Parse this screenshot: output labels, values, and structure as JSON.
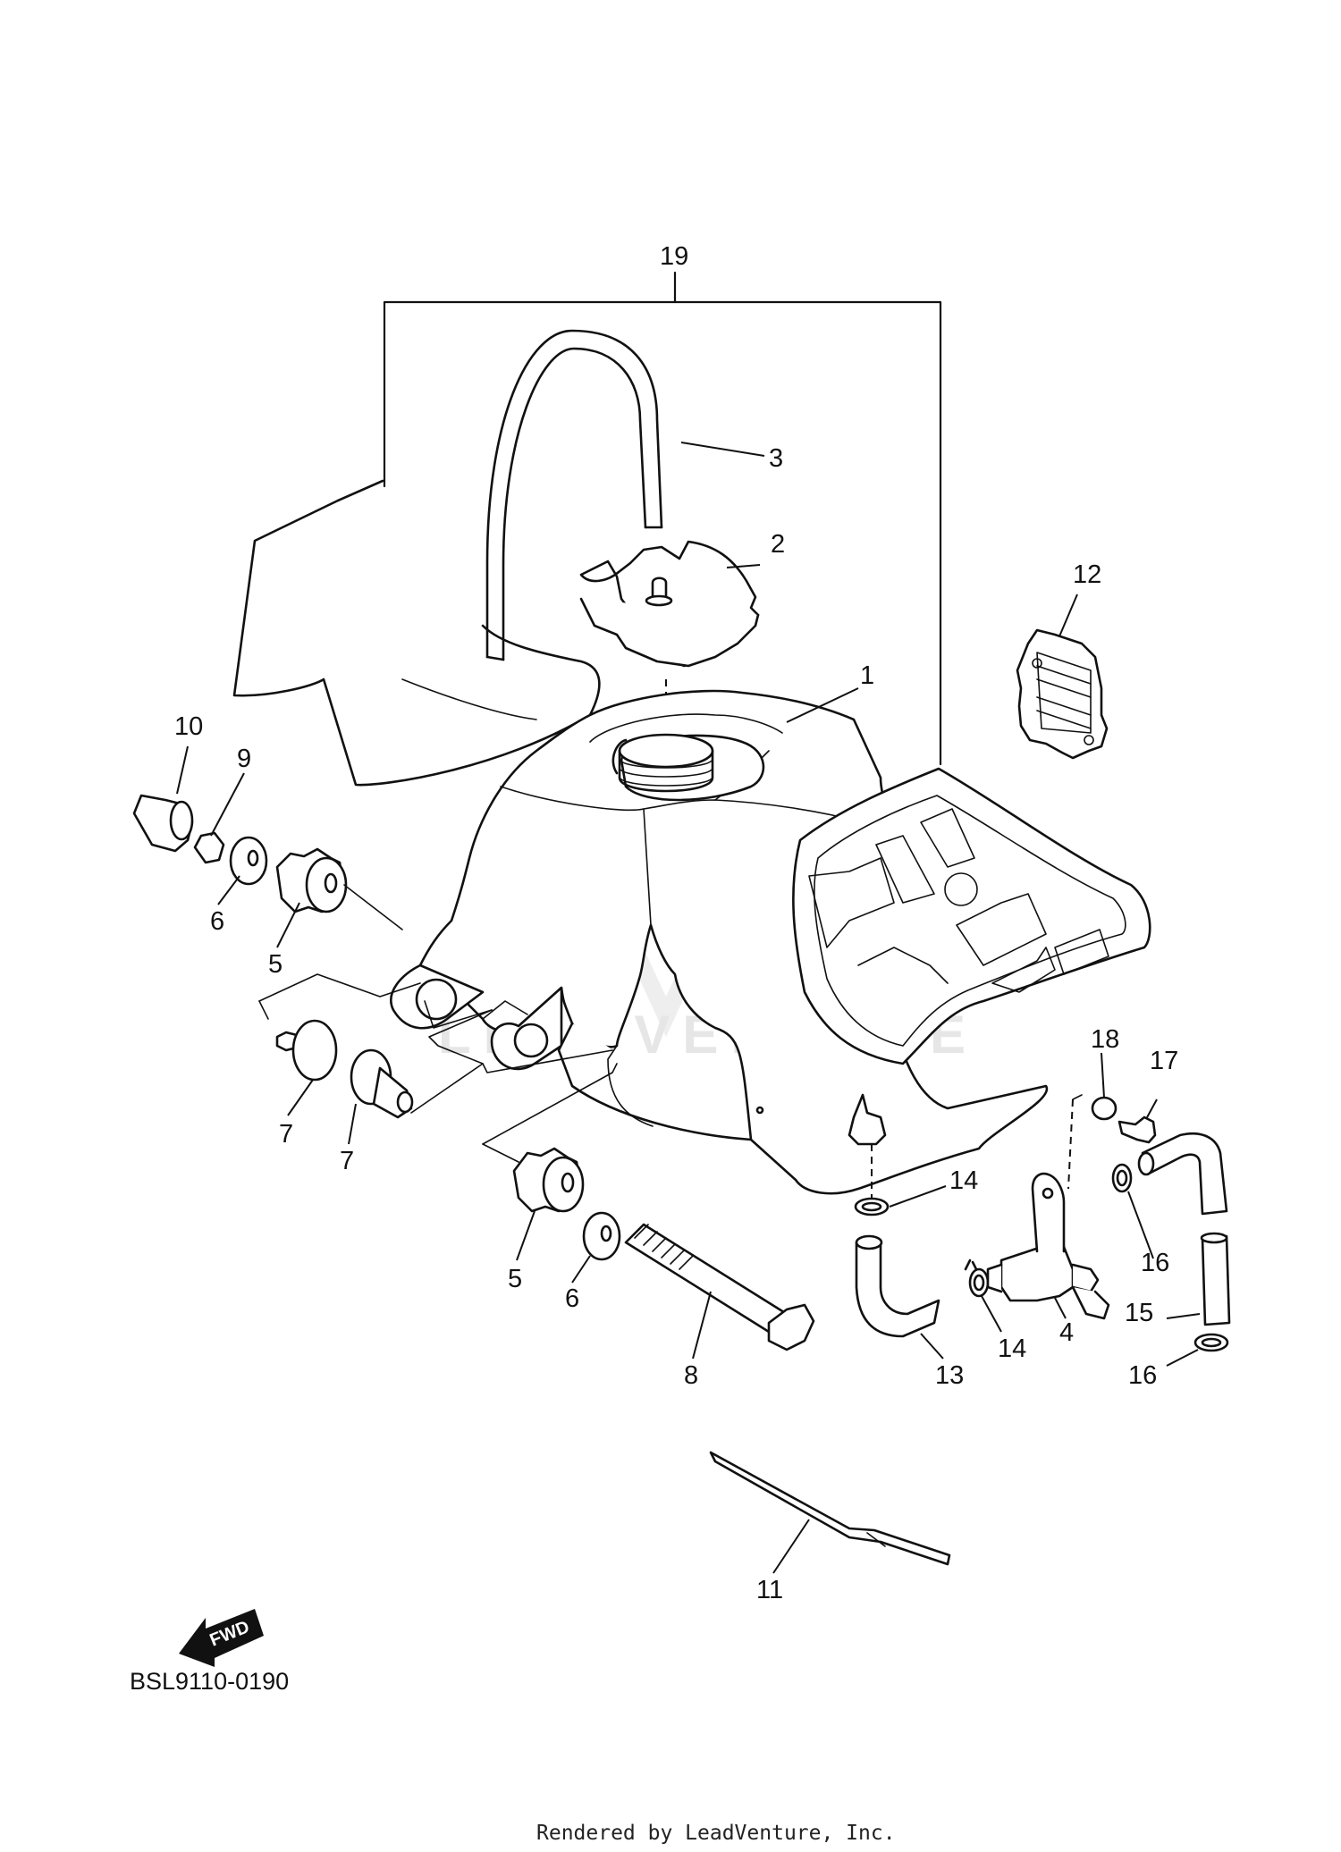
{
  "diagram_code": "BSL9110-0190",
  "render_credit": "Rendered by LeadVenture, Inc.",
  "watermark": "LEADVENTURE",
  "fwd_label": "FWD",
  "parts": [
    {
      "ref": "1"
    },
    {
      "ref": "2"
    },
    {
      "ref": "3"
    },
    {
      "ref": "4"
    },
    {
      "ref": "5"
    },
    {
      "ref": "5"
    },
    {
      "ref": "6"
    },
    {
      "ref": "6"
    },
    {
      "ref": "7"
    },
    {
      "ref": "7"
    },
    {
      "ref": "8"
    },
    {
      "ref": "9"
    },
    {
      "ref": "10"
    },
    {
      "ref": "11"
    },
    {
      "ref": "12"
    },
    {
      "ref": "13"
    },
    {
      "ref": "14"
    },
    {
      "ref": "14"
    },
    {
      "ref": "15"
    },
    {
      "ref": "16"
    },
    {
      "ref": "16"
    },
    {
      "ref": "17"
    },
    {
      "ref": "18"
    },
    {
      "ref": "19"
    }
  ]
}
